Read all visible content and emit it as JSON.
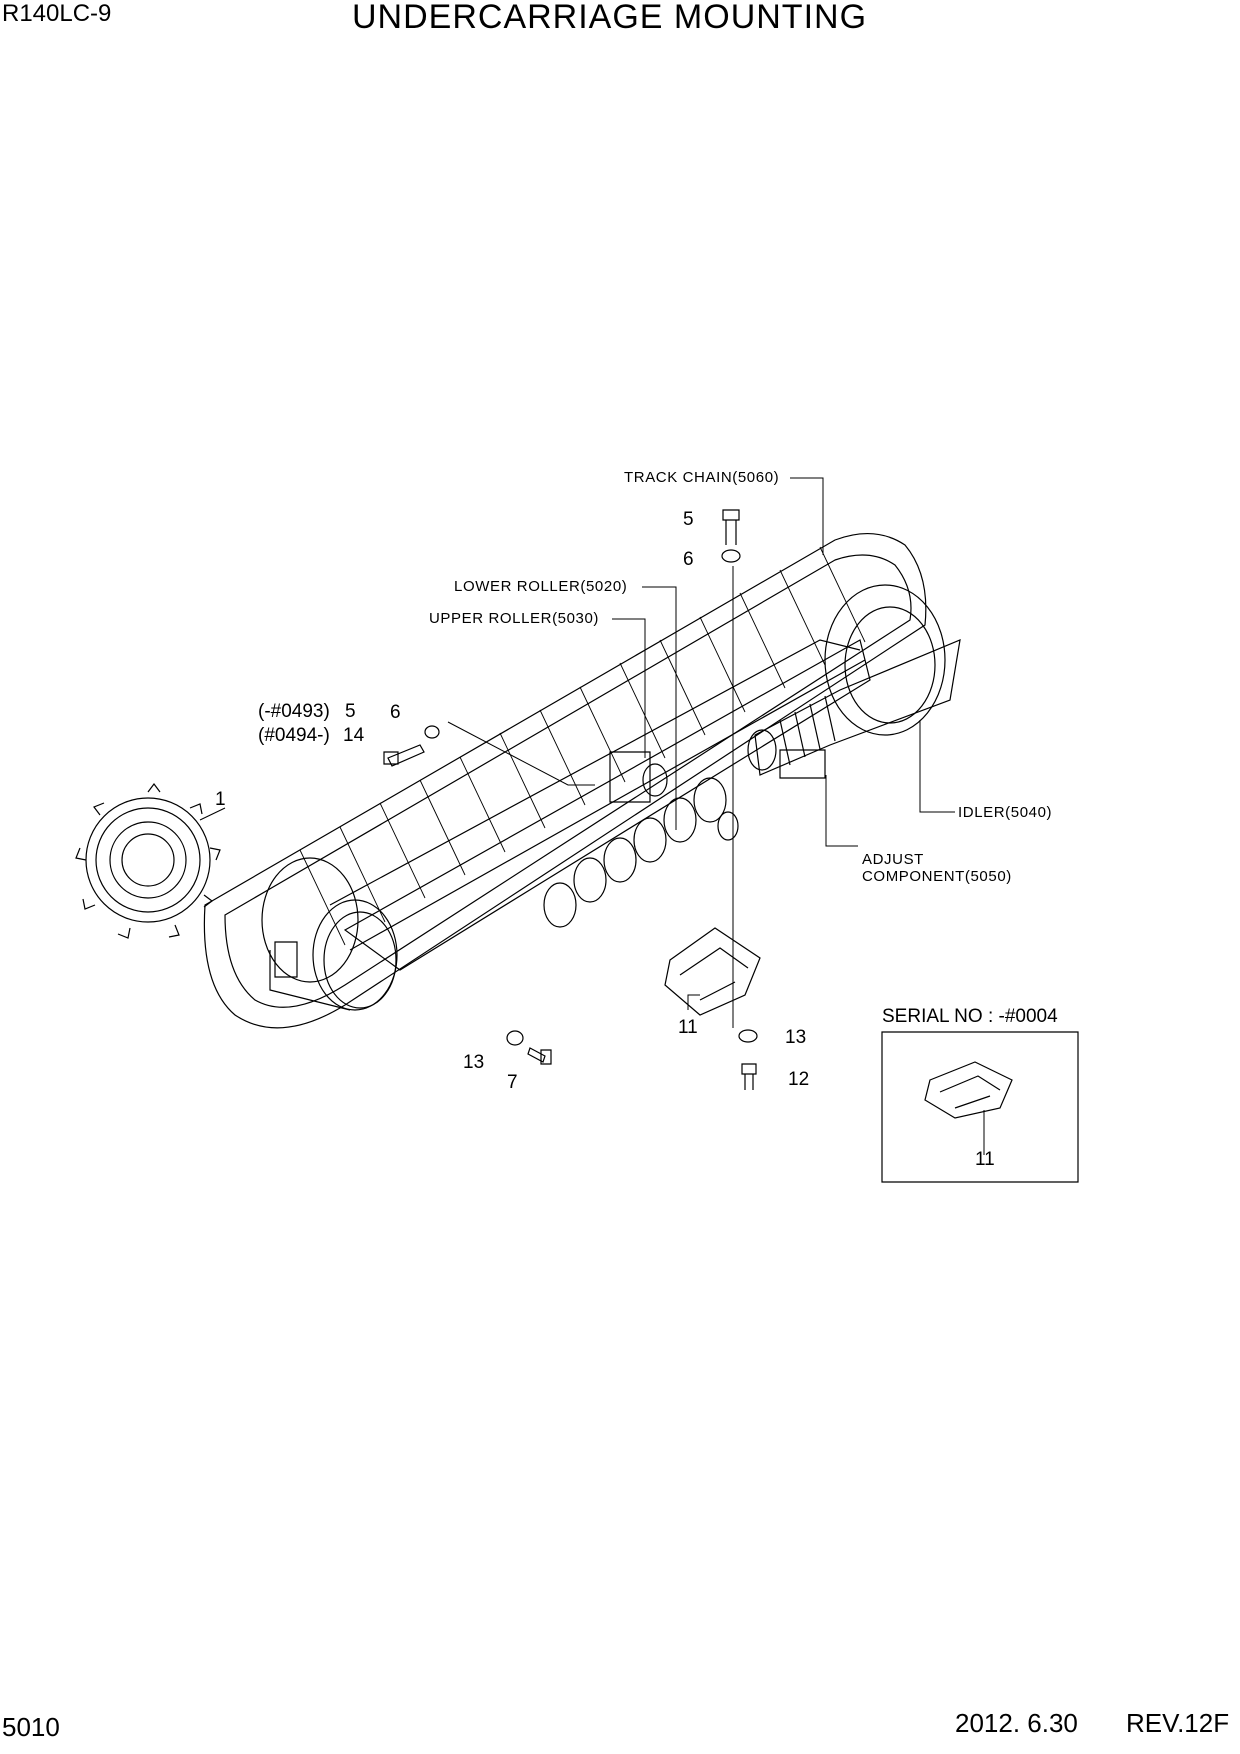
{
  "header": {
    "model": "R140LC-9",
    "title": "UNDERCARRIAGE MOUNTING"
  },
  "footer": {
    "page_number": "5010",
    "date": "2012. 6.30",
    "revision": "REV.12F"
  },
  "callouts": {
    "track_chain": "TRACK CHAIN(5060)",
    "lower_roller": "LOWER ROLLER(5020)",
    "upper_roller": "UPPER ROLLER(5030)",
    "idler": "IDLER(5040)",
    "adjust_line1": "ADJUST",
    "adjust_line2": "COMPONENT(5050)",
    "serial_prefix_a": "(-#0493)",
    "serial_prefix_b": "(#0494-)"
  },
  "part_numbers": {
    "p5_top": "5",
    "p6_top": "6",
    "p5_left": "5",
    "p14_left": "14",
    "p6_left": "6",
    "p1": "1",
    "p11_main": "11",
    "p13_right": "13",
    "p12": "12",
    "p13_left": "13",
    "p7": "7",
    "p11_inset": "11"
  },
  "inset": {
    "title": "SERIAL NO : -#0004"
  }
}
